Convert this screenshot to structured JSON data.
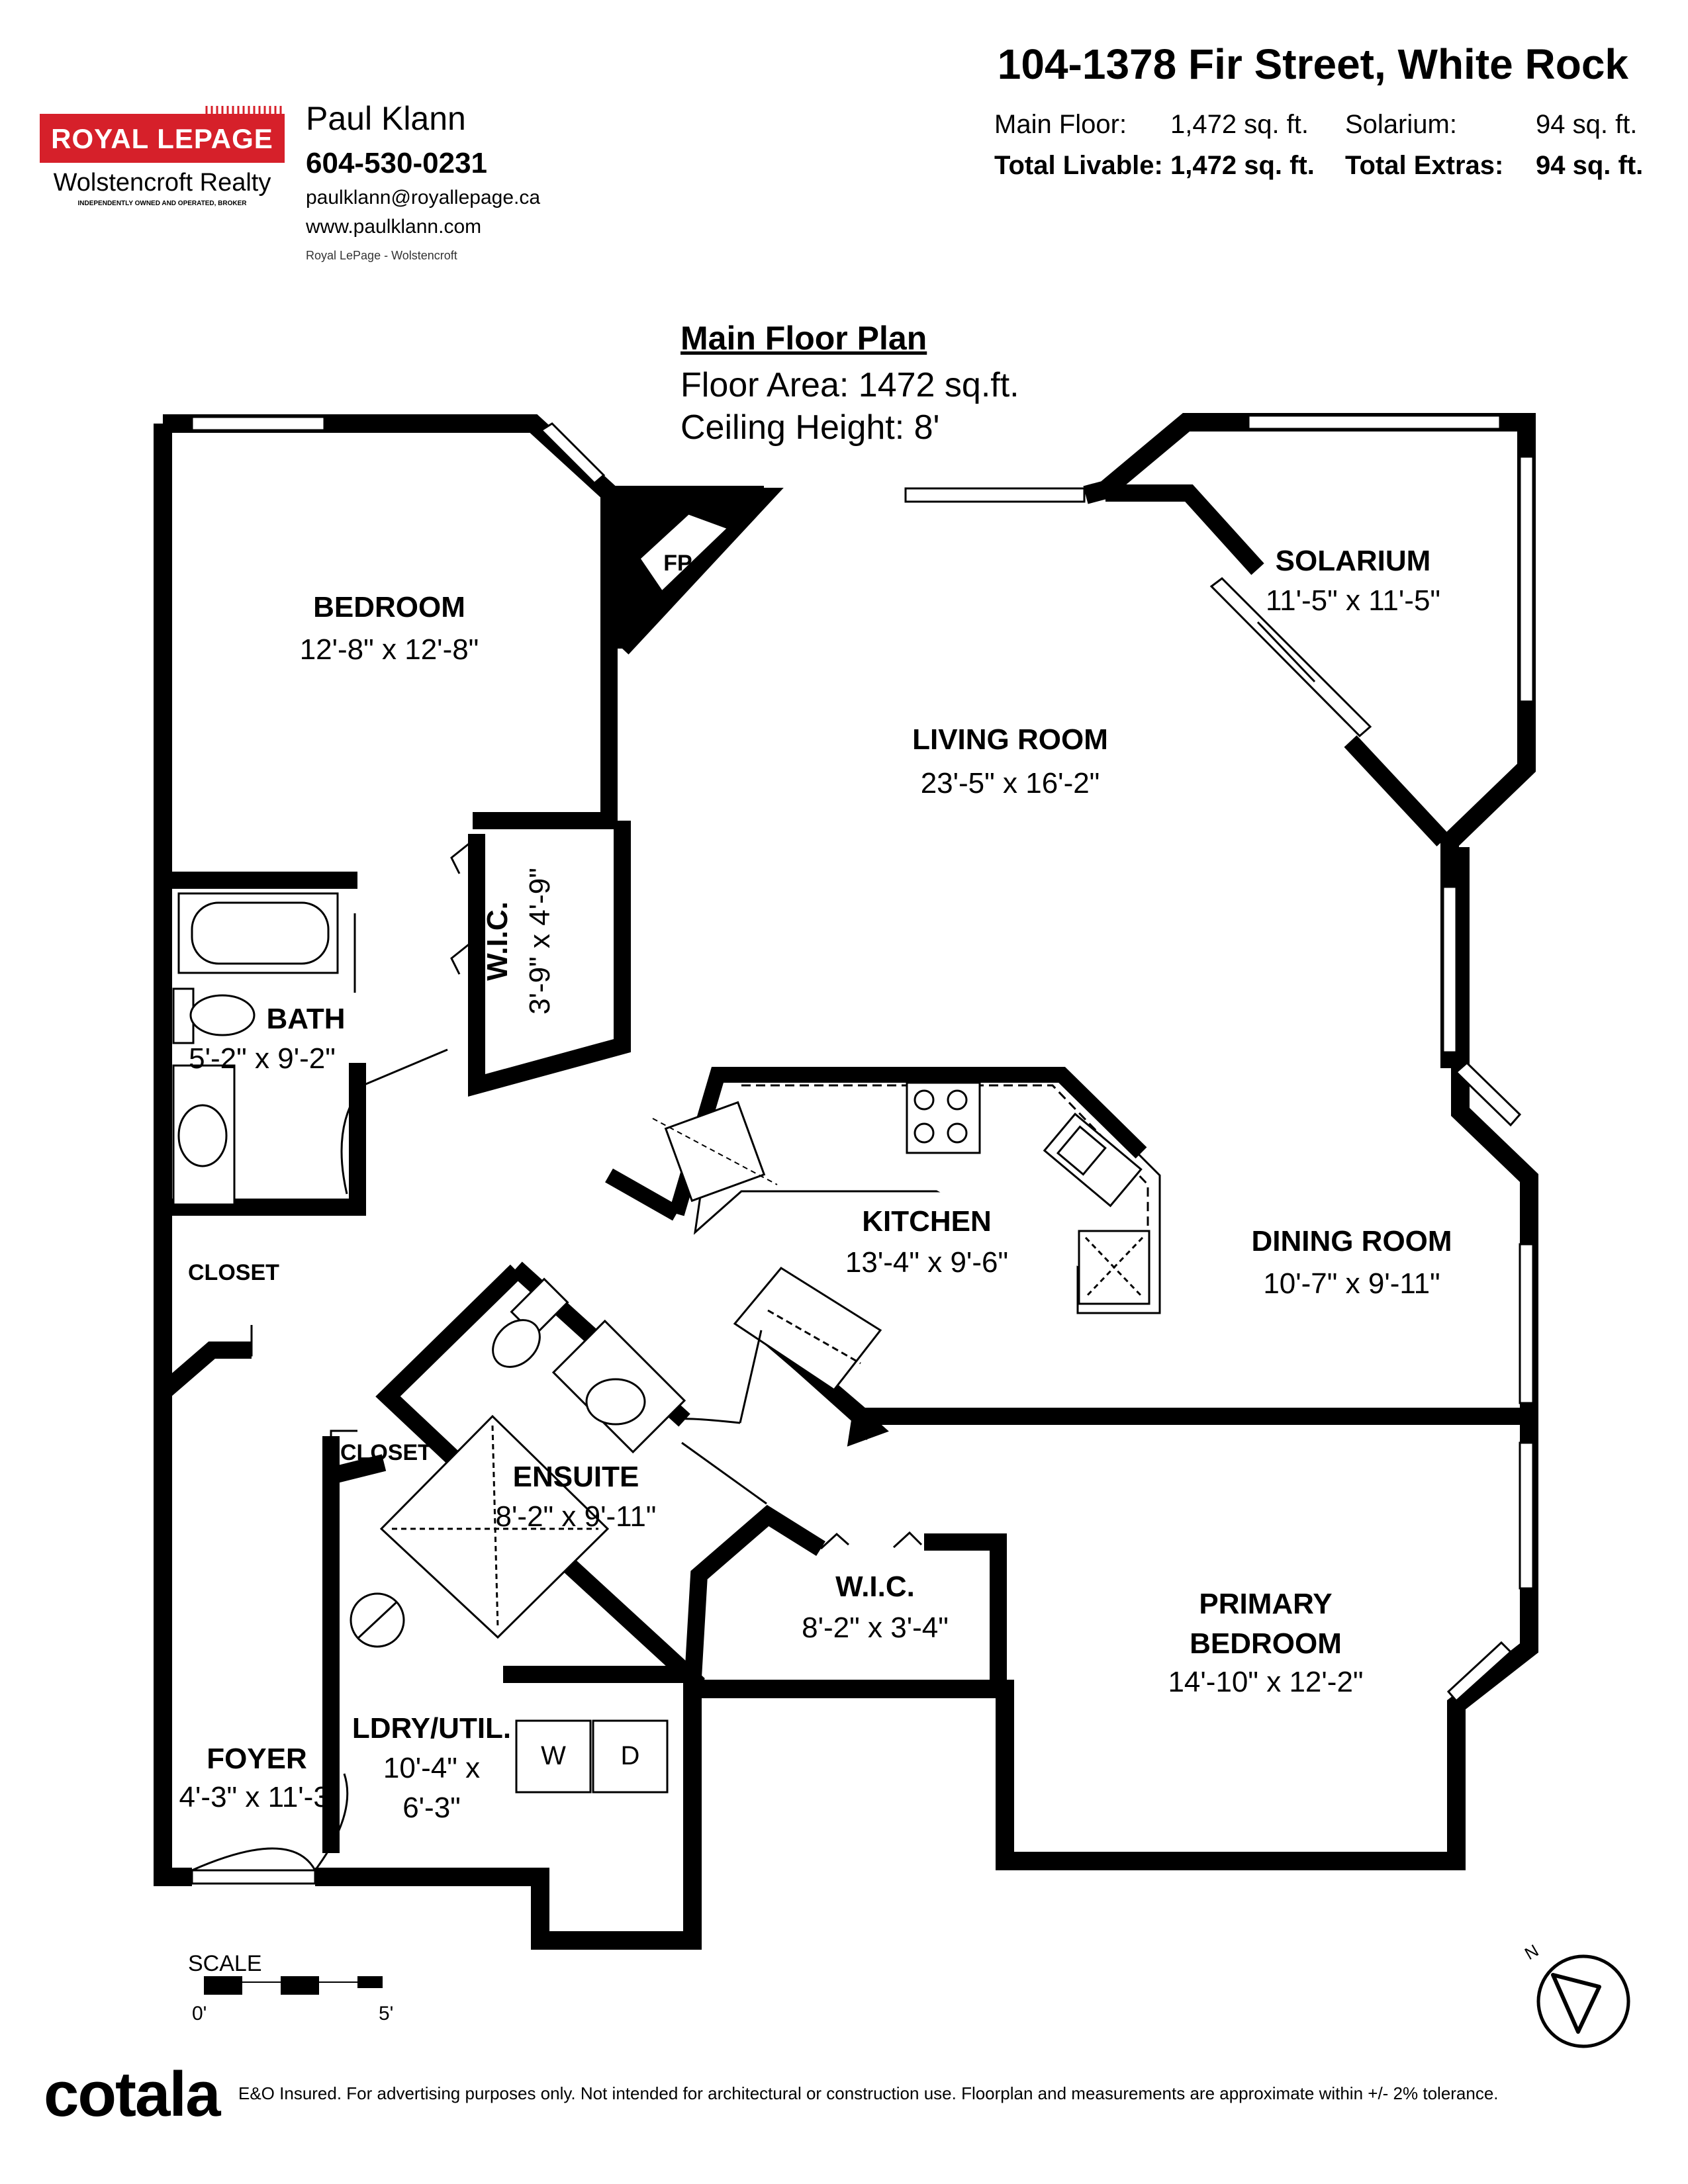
{
  "brand": {
    "logo_text": "ROYAL LEPAGE",
    "office": "Wolstencroft Realty",
    "tagline": "INDEPENDENTLY OWNED AND OPERATED, BROKER",
    "color": "#d6202a"
  },
  "agent": {
    "name": "Paul Klann",
    "phone": "604-530-0231",
    "email": "paulklann@royallepage.ca",
    "website": "www.paulklann.com",
    "office_line": "Royal LePage - Wolstencroft"
  },
  "listing": {
    "address": "104-1378 Fir Street, White Rock",
    "main_floor_label": "Main Floor:",
    "main_floor_value": "1,472 sq. ft.",
    "solarium_label": "Solarium:",
    "solarium_value": "94 sq. ft.",
    "total_livable_label": "Total Livable:",
    "total_livable_value": "1,472 sq. ft.",
    "total_extras_label": "Total Extras:",
    "total_extras_value": "94 sq. ft."
  },
  "plan": {
    "title": "Main Floor Plan",
    "floor_area": "Floor Area: 1472 sq.ft.",
    "ceiling_height": "Ceiling Height: 8'"
  },
  "rooms": {
    "bedroom": {
      "name": "BEDROOM",
      "dim": "12'-8\" x 12'-8\""
    },
    "living": {
      "name": "LIVING ROOM",
      "dim": "23'-5\" x 16'-2\""
    },
    "solarium": {
      "name": "SOLARIUM",
      "dim": "11'-5\" x 11'-5\""
    },
    "wic1": {
      "name": "W.I.C.",
      "dim": "3'-9\" x 4'-9\""
    },
    "bath": {
      "name": "BATH",
      "dim": "5'-2\" x 9'-2\""
    },
    "kitchen": {
      "name": "KITCHEN",
      "dim": "13'-4\" x 9'-6\""
    },
    "dining": {
      "name": "DINING ROOM",
      "dim": "10'-7\" x 9'-11\""
    },
    "closet1": {
      "name": "CLOSET"
    },
    "closet2": {
      "name": "CLOSET"
    },
    "ensuite": {
      "name": "ENSUITE",
      "dim": "8'-2\" x 9'-11\""
    },
    "wic2": {
      "name": "W.I.C.",
      "dim": "8'-2\" x 3'-4\""
    },
    "primary": {
      "name1": "PRIMARY",
      "name2": "BEDROOM",
      "dim": "14'-10\" x 12'-2\""
    },
    "laundry": {
      "name": "LDRY/UTIL.",
      "dim1": "10'-4\" x",
      "dim2": "6'-3\""
    },
    "foyer": {
      "name": "FOYER",
      "dim": "4'-3\" x 11'-3\""
    },
    "fireplace": "FP",
    "washer": "W",
    "dryer": "D"
  },
  "scale": {
    "label": "SCALE",
    "start": "0'",
    "end": "5'"
  },
  "footer": {
    "company": "cotala",
    "disclaimer": "E&O Insured. For advertising purposes only. Not intended for architectural or construction use. Floorplan and measurements are approximate within +/- 2% tolerance."
  },
  "compass_label": "N"
}
